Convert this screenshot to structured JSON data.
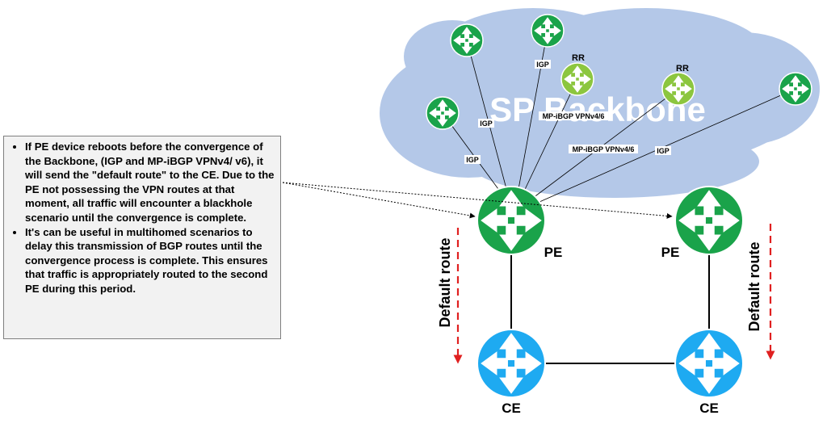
{
  "cloud": {
    "label": "SP Backbone"
  },
  "links": {
    "igp_label": "IGP",
    "vpn_label": "MP-iBGP VPNv4/6"
  },
  "routers": {
    "rr_label": "RR",
    "pe_label": "PE",
    "ce_label": "CE"
  },
  "default_route_label": "Default route",
  "note": {
    "bullets": [
      "If PE device reboots before the convergence of the Backbone, (IGP and MP-iBGP VPNv4/ v6), it will send the \"default route\" to the CE. Due to the PE not possessing the VPN routes at that moment, all traffic will encounter a blackhole scenario until the convergence is complete.",
      "It's can be useful in multihomed scenarios to delay this transmission of BGP routes until the convergence process is complete. This ensures that traffic is appropriately routed to the second PE during this period."
    ]
  },
  "colors": {
    "cloud": "#b4c8e8",
    "router_dark_green": "#1aa34a",
    "router_light_green": "#8cc63f",
    "router_blue": "#1eaaf1",
    "default_route_arrow": "#e02020"
  }
}
